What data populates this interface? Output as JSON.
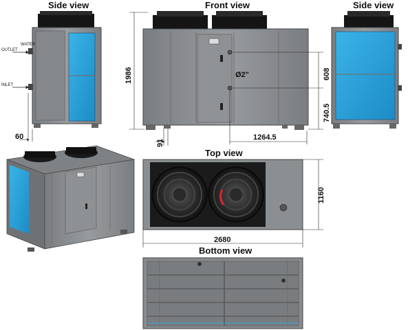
{
  "titles": {
    "side_left": "Side view",
    "front": "Front view",
    "side_right": "Side view",
    "top": "Top view",
    "bottom": "Bottom view"
  },
  "labels": {
    "water_outlet_1": "WATER",
    "water_outlet_2": "OUTLET",
    "inlet": "INLET",
    "pipe_diameter": "Ø2\""
  },
  "dimensions": {
    "height": "1986",
    "upper_pipe": "608",
    "lower_pipe": "740.5",
    "foot_offset": "91",
    "pipe_offset": "1264.5",
    "side_depth": "60",
    "top_depth": "1160",
    "length": "2680"
  },
  "colors": {
    "panel": "#8a8d90",
    "panel_dark": "#5c5f62",
    "coil": "#2fa6dc",
    "fan": "#1a1a1a",
    "fan_accent": "#d9262c",
    "line": "#222222"
  }
}
